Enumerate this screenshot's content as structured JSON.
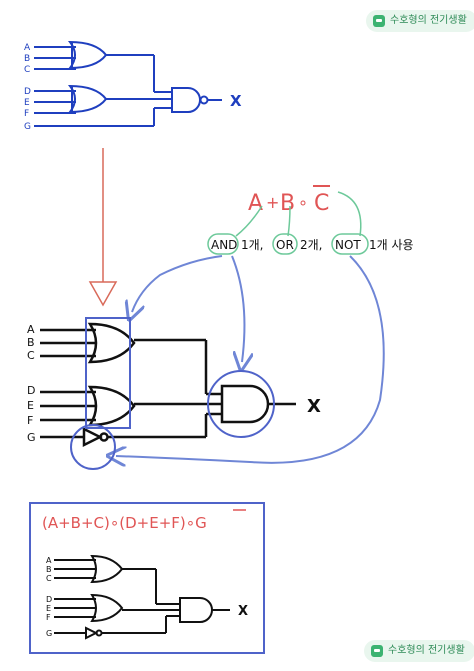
{
  "watermark": {
    "top": "수호형의 전기생활",
    "bottom": "수호형의 전기생활"
  },
  "colors": {
    "blue": "#1f3fbf",
    "black": "#111111",
    "red_expr": "#e05555",
    "arrow_red": "#d96a5a",
    "annot_blue": "#6f86d6",
    "annot_green": "#6dc99a",
    "box_blue": "#4f63c9"
  },
  "top_circuit": {
    "inputs": [
      "A",
      "B",
      "C",
      "D",
      "E",
      "F",
      "G"
    ],
    "output": "X"
  },
  "middle_circuit": {
    "inputs": [
      "A",
      "B",
      "C",
      "D",
      "E",
      "F",
      "G"
    ],
    "output": "X"
  },
  "expression": {
    "a": "A",
    "plus1": "+",
    "b": "B",
    "dot": "∘",
    "c": "C"
  },
  "annotation": {
    "and_label": "AND",
    "and_count": "1개,",
    "or_label": "OR",
    "or_count": "2개,",
    "not_label": "NOT",
    "not_count": "1개 사용"
  },
  "bottom_box": {
    "expression": "(A+B+C)∘(D+E+F)∘G",
    "inputs": [
      "A",
      "B",
      "C",
      "D",
      "E",
      "F",
      "G"
    ],
    "output": "X"
  }
}
